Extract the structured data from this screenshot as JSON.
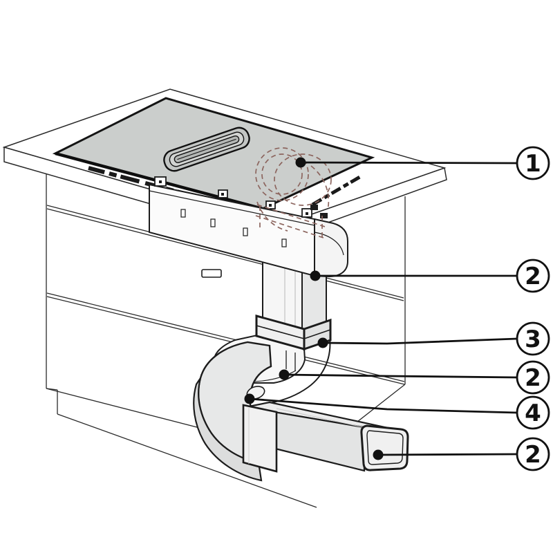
{
  "callouts": [
    {
      "label": "1"
    },
    {
      "label": "2"
    },
    {
      "label": "3"
    },
    {
      "label": "2"
    },
    {
      "label": "4"
    },
    {
      "label": "2"
    }
  ],
  "colors": {
    "background": "#ffffff",
    "line": "#1c1c1c",
    "glass": "#cbcecc",
    "grille_dark": "#b4b7b5",
    "duct_light": "#ececec",
    "duct_mid": "#e3e4e4",
    "elbow": "#e7e8e8",
    "hidden_part_dashed": "#8c655e"
  }
}
